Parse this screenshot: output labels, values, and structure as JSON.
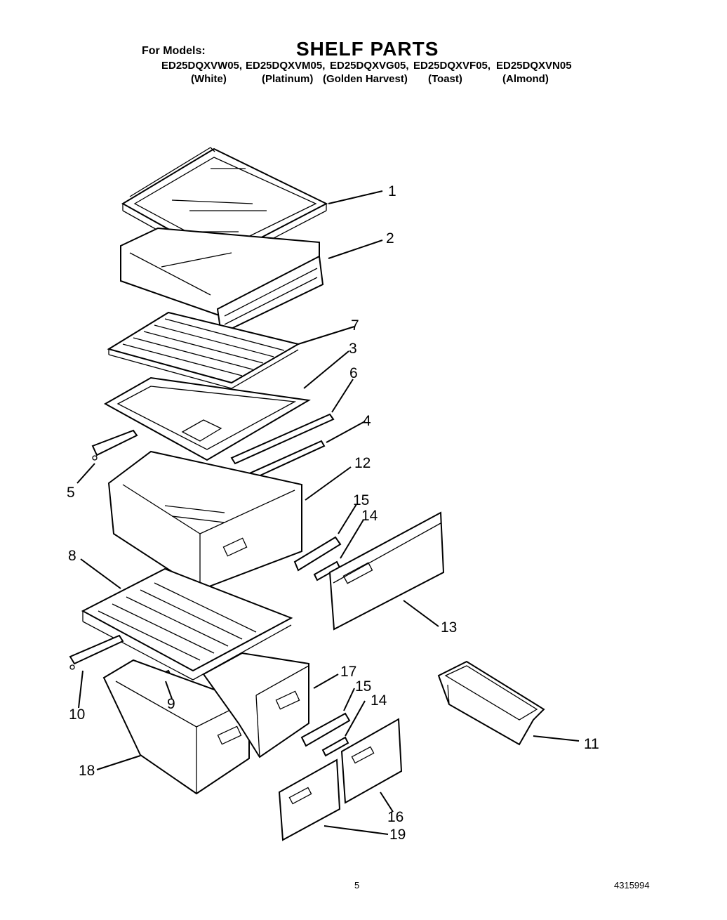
{
  "header": {
    "for_models_label": "For Models:",
    "title": "SHELF PARTS",
    "models": [
      "ED25DQXVW05,",
      "ED25DQXVM05,",
      "ED25DQXVG05,",
      "ED25DQXVF05,",
      "ED25DQXVN05"
    ],
    "colors": [
      "(White)",
      "(Platinum)",
      "(Golden Harvest)",
      "(Toast)",
      "(Almond)"
    ]
  },
  "callouts": [
    "1",
    "2",
    "7",
    "3",
    "6",
    "4",
    "5",
    "12",
    "15",
    "14",
    "8",
    "13",
    "17",
    "15",
    "14",
    "10",
    "9",
    "11",
    "18",
    "16",
    "19"
  ],
  "footer": {
    "page_number": "5",
    "doc_number": "4315994"
  }
}
